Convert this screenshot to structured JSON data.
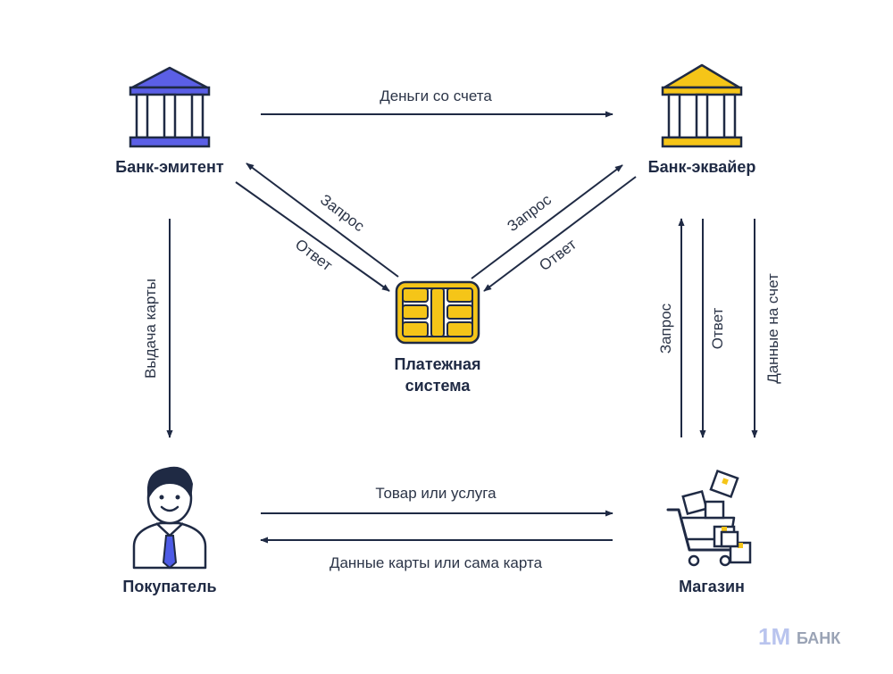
{
  "nodes": {
    "issuer": {
      "label": "Банк-эмитент"
    },
    "acquirer": {
      "label": "Банк-эквайер"
    },
    "payment_system": {
      "label_line1": "Платежная",
      "label_line2": "система"
    },
    "buyer": {
      "label": "Покупатель"
    },
    "shop": {
      "label": "Магазин"
    }
  },
  "edges": {
    "money": "Деньги со счета",
    "issuer_request": "Запрос",
    "issuer_response": "Ответ",
    "acquirer_request": "Запрос",
    "acquirer_response": "Ответ",
    "card_issue": "Выдача карты",
    "shop_request": "Запрос",
    "shop_response": "Ответ",
    "shop_account": "Данные на счет",
    "goods": "Товар или услуга",
    "card_data": "Данные карты или сама карта"
  },
  "watermark": {
    "num": "1M",
    "text": "БАНК"
  },
  "colors": {
    "ink": "#1f2a44",
    "issuer_accent": "#5b5fe6",
    "acquirer_accent": "#f5c518",
    "chip": "#f5c518",
    "tie": "#4d5be6"
  }
}
